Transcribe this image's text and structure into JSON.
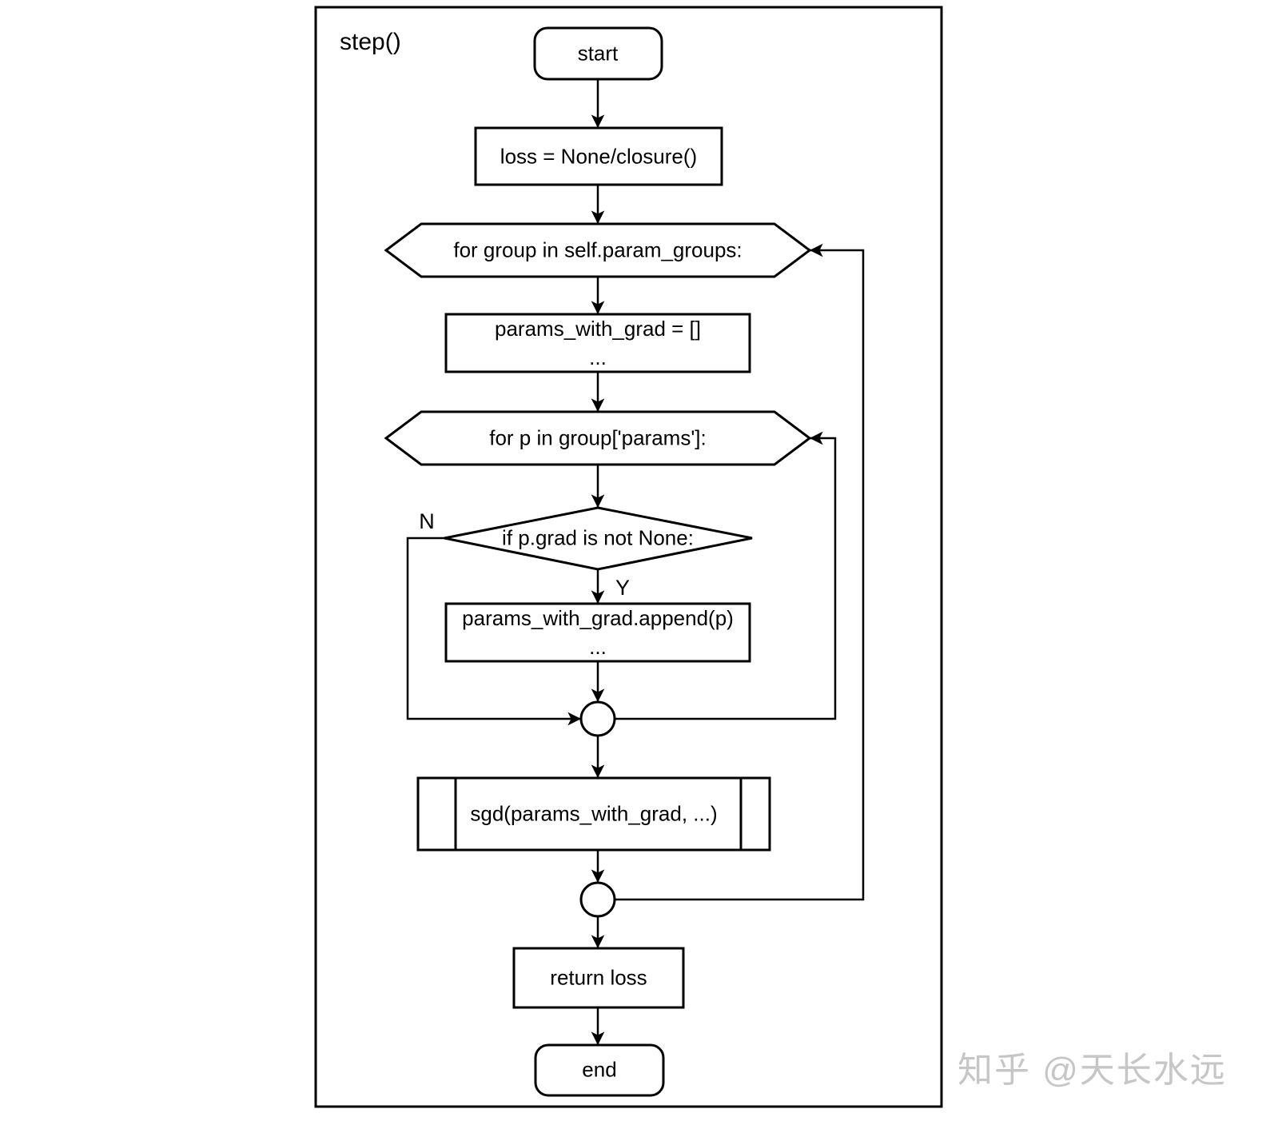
{
  "diagram": {
    "title": "step()",
    "watermark": "知乎 @天长水远",
    "branch_labels": {
      "no": "N",
      "yes": "Y"
    },
    "nodes": {
      "start": {
        "label": "start"
      },
      "loss": {
        "label": "loss = None/closure()"
      },
      "for_group": {
        "label": "for group in self.param_groups:"
      },
      "params_init": {
        "line1": "params_with_grad = []",
        "line2": "..."
      },
      "for_p": {
        "label": "for p in group['params']:"
      },
      "grad_check": {
        "label": "if p.grad is not None:"
      },
      "append": {
        "line1": "params_with_grad.append(p)",
        "line2": "..."
      },
      "sgd_call": {
        "label": "sgd(params_with_grad, ...)"
      },
      "return_loss": {
        "label": "return loss"
      },
      "end": {
        "label": "end"
      }
    },
    "colors": {
      "stroke": "#000000",
      "background": "#ffffff",
      "watermark": "#c6c6c6"
    }
  }
}
